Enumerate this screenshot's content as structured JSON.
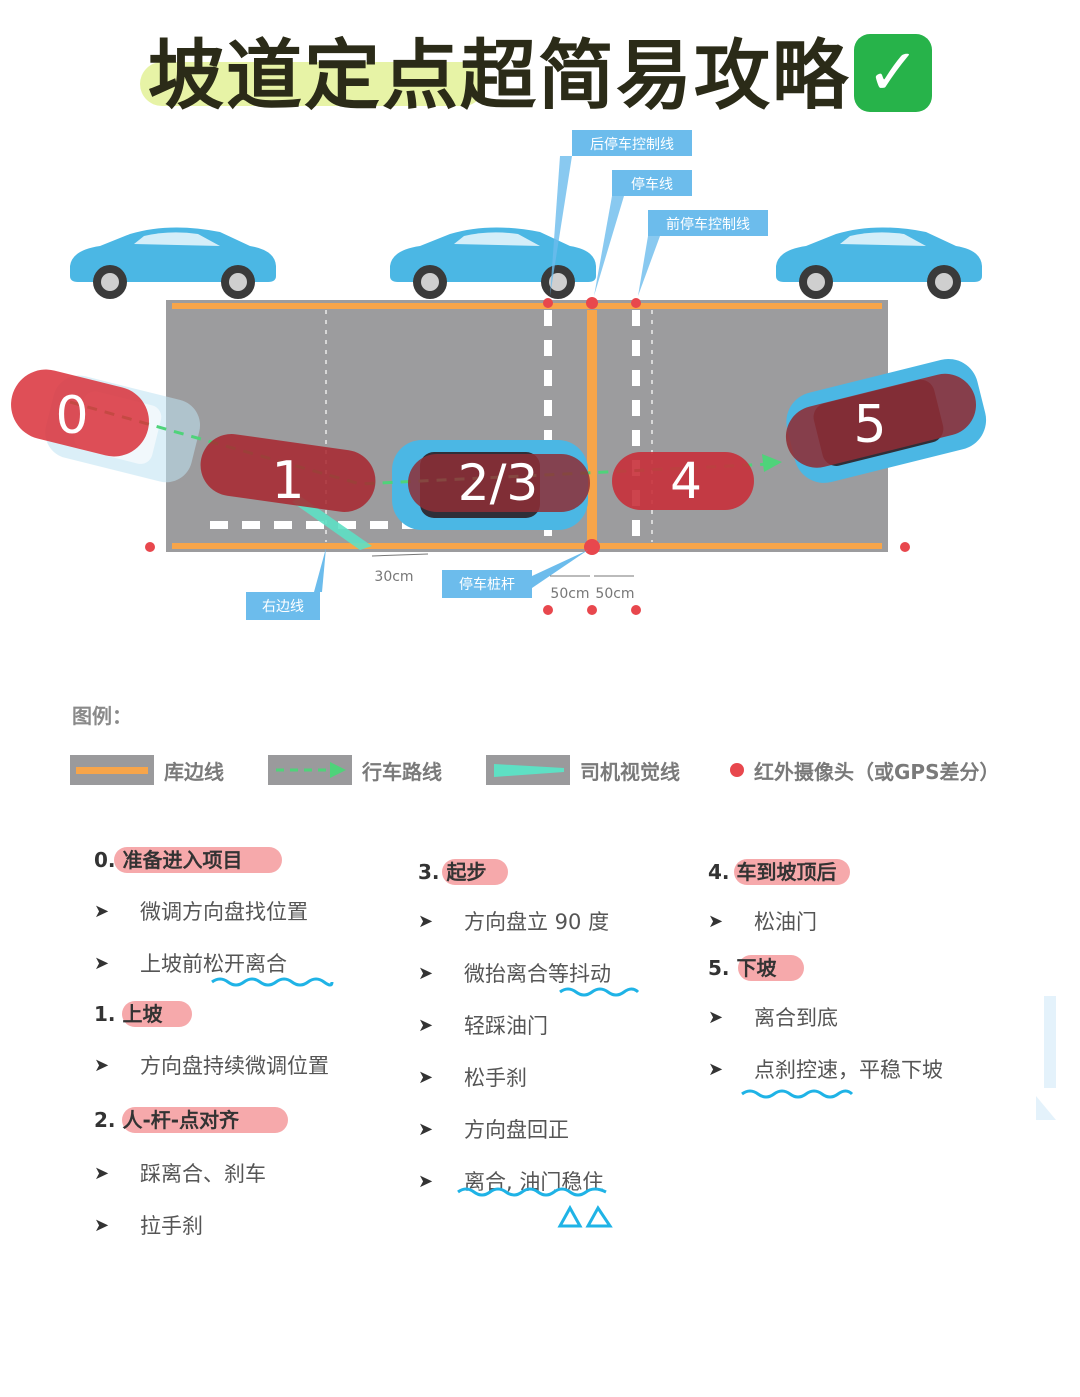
{
  "title": "坡道定点超简易攻略",
  "title_emoji_icon": "check-mark-button-icon",
  "diagram": {
    "labels": {
      "rear_stop_control": "后停车控制线",
      "stop_line": "停车线",
      "front_stop_control": "前停车控制线",
      "right_edge": "右边线",
      "stop_pole": "停车桩杆",
      "dist_30": "30cm",
      "dist_50a": "50cm",
      "dist_50b": "50cm"
    },
    "stages": [
      "0",
      "1",
      "2/3",
      "4",
      "5"
    ],
    "colors": {
      "road": "#9c9c9e",
      "edge_line": "#f7a54a",
      "path": "#4fd37a",
      "car": "#4bb7e4",
      "label_box": "#6cbcec",
      "stage_red": "#d9303a",
      "sensor": "#e8474d"
    }
  },
  "legend": {
    "title": "图例：",
    "items": [
      {
        "label": "库边线",
        "icon": "orange-edge-line-icon"
      },
      {
        "label": "行车路线",
        "icon": "dashed-arrow-route-icon"
      },
      {
        "label": "司机视觉线",
        "icon": "sight-line-icon"
      },
      {
        "label": "红外摄像头（或GPS差分）",
        "icon": "red-dot-icon"
      }
    ]
  },
  "steps": {
    "col1": [
      {
        "num": "0.",
        "head": "准备进入项目",
        "items": [
          "微调方向盘找位置",
          "上坡前松开离合"
        ]
      },
      {
        "num": "1.",
        "head": "上坡",
        "items": [
          "方向盘持续微调位置"
        ]
      },
      {
        "num": "2.",
        "head": "人-杆-点对齐",
        "items": [
          "踩离合、刹车",
          "拉手刹"
        ]
      }
    ],
    "col2": [
      {
        "num": "3.",
        "head": "起步",
        "items": [
          "方向盘立 90 度",
          "微抬离合等抖动",
          "轻踩油门",
          "松手刹",
          "方向盘回正",
          "离合, 油门稳住"
        ]
      }
    ],
    "col3": [
      {
        "num": "4.",
        "head": "车到坡顶后",
        "items": [
          "松油门"
        ]
      },
      {
        "num": "5.",
        "head": "下坡",
        "items": [
          "离合到底",
          "点刹控速，平稳下坡"
        ]
      }
    ],
    "bullet": "➤"
  }
}
